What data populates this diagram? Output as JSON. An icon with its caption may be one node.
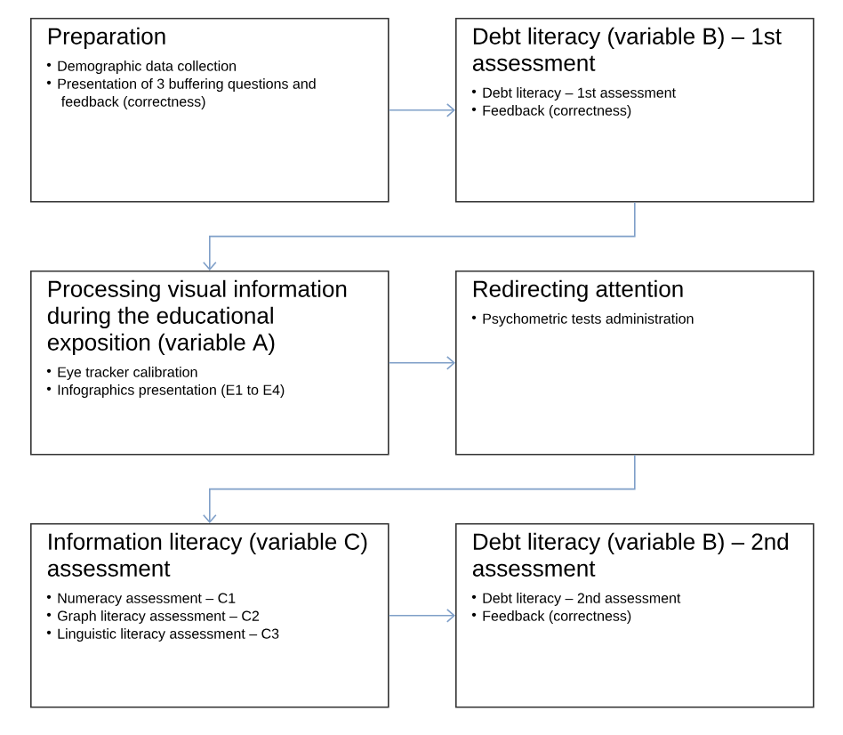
{
  "diagram": {
    "nodes": [
      {
        "text": [
          "Preparation",
          "Demographic data collection",
          "Presentation of 3 buffering questions and feedback (correctness)"
        ]
      },
      {
        "text": [
          "Debt literacy (variable B) – 1st assessment",
          "Debt literacy – 1st assessment",
          "Feedback (correctness)"
        ]
      },
      {
        "text": [
          "Processing visual information during the educational exposition (variable A)",
          "Eye tracker calibration",
          "Infographics presentation (E1 to E4)"
        ]
      },
      {
        "text": [
          "Redirecting attention",
          "Psychometric tests administration"
        ]
      },
      {
        "text": [
          "Information literacy (variable C) assessment",
          "Numeracy assessment – C1",
          "Graph literacy assessment – C2",
          "Linguistic literacy assessment – C3"
        ]
      },
      {
        "text": [
          "Debt literacy (variable B) – 2nd assessment",
          "Debt literacy – 2nd assessment",
          "Feedback (correctness)"
        ]
      }
    ],
    "edges": [
      {
        "from": 0,
        "to": 1,
        "arrow": "to"
      },
      {
        "from": 1,
        "to": 2,
        "arrow": "to"
      },
      {
        "from": 2,
        "to": 3,
        "arrow": "to"
      },
      {
        "from": 3,
        "to": 4,
        "arrow": "to"
      },
      {
        "from": 4,
        "to": 5,
        "arrow": "to"
      }
    ]
  }
}
